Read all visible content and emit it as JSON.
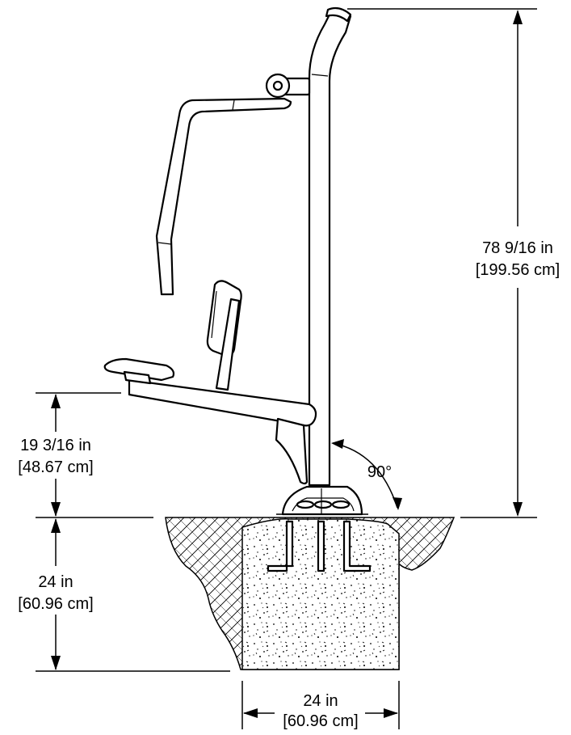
{
  "dimensions": {
    "height": {
      "imperial": "78 9/16 in",
      "metric": "[199.56 cm]"
    },
    "seat_height": {
      "imperial": "19 3/16 in",
      "metric": "[48.67 cm]"
    },
    "footing_depth": {
      "imperial": "24 in",
      "metric": "[60.96 cm]"
    },
    "footing_width": {
      "imperial": "24 in",
      "metric": "[60.96 cm]"
    },
    "angle": "90°"
  }
}
